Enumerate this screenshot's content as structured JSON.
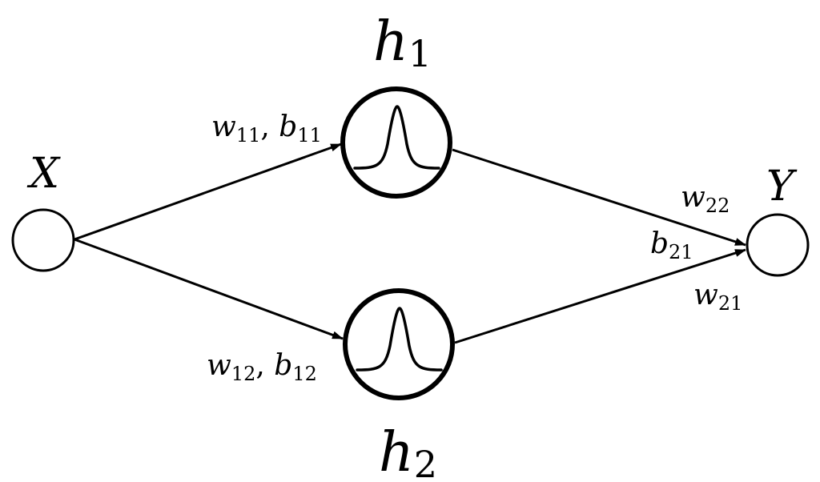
{
  "nodes": {
    "input": {
      "name": "X"
    },
    "hidden1": {
      "name": "h",
      "sub": "1"
    },
    "hidden2": {
      "name": "h",
      "sub": "2"
    },
    "output": {
      "name": "Y"
    }
  },
  "edge_labels": {
    "x_h1": {
      "w": "w",
      "w_sub": "11",
      "sep": ", ",
      "b": "b",
      "b_sub": "11"
    },
    "x_h2": {
      "w": "w",
      "w_sub": "12",
      "sep": ", ",
      "b": "b",
      "b_sub": "12"
    },
    "h1_y": {
      "w": "w",
      "w_sub": "22"
    },
    "bias_y": {
      "b": "b",
      "b_sub": "21"
    },
    "h2_y": {
      "w": "w",
      "w_sub": "21"
    }
  },
  "icons": {
    "hidden_activation": "gaussian-bump-icon"
  },
  "colors": {
    "stroke": "#000000",
    "background": "#ffffff"
  }
}
